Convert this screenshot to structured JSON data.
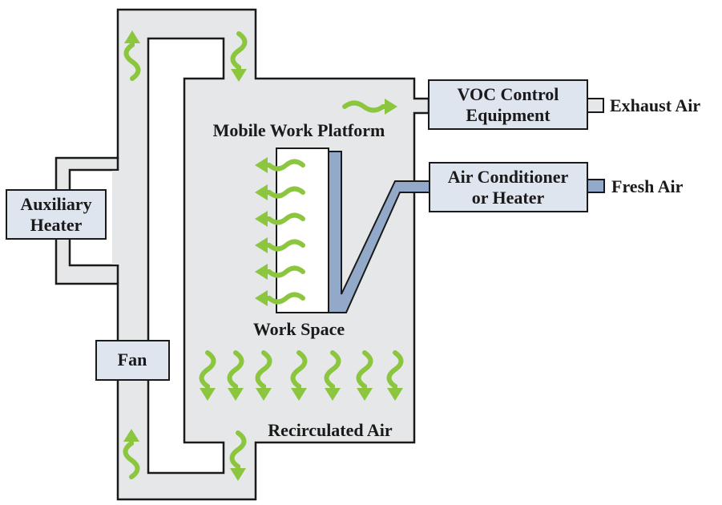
{
  "colors": {
    "duct": "#e6e7e8",
    "outline": "#1a1a1a",
    "box": "#dfe5ef",
    "platform_bar": "#93a9c9",
    "arrow": "#8cc63f"
  },
  "icons": {
    "flow_arrow": "wavy-arrow-icon"
  },
  "labels": {
    "voc_control": [
      "VOC Control",
      "Equipment"
    ],
    "exhaust_air": "Exhaust Air",
    "mobile_work_platform": "Mobile Work Platform",
    "air_conditioner": [
      "Air Conditioner",
      "or Heater"
    ],
    "fresh_air": "Fresh Air",
    "auxiliary_heater": [
      "Auxiliary",
      "Heater"
    ],
    "work_space": "Work Space",
    "fan": "Fan",
    "recirculated_air": "Recirculated Air"
  }
}
